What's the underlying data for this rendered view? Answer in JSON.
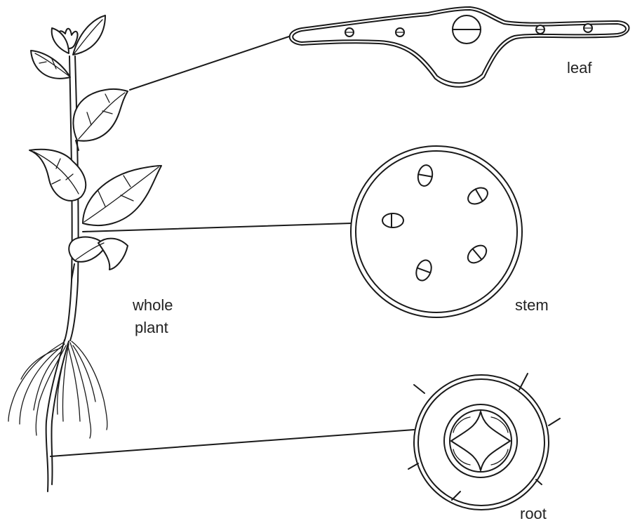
{
  "labels": {
    "leaf": "leaf",
    "stem": "stem",
    "root": "root",
    "whole_plant_line1": "whole",
    "whole_plant_line2": "plant"
  },
  "ink_color": "#1a1a1a",
  "background_color": "#ffffff"
}
